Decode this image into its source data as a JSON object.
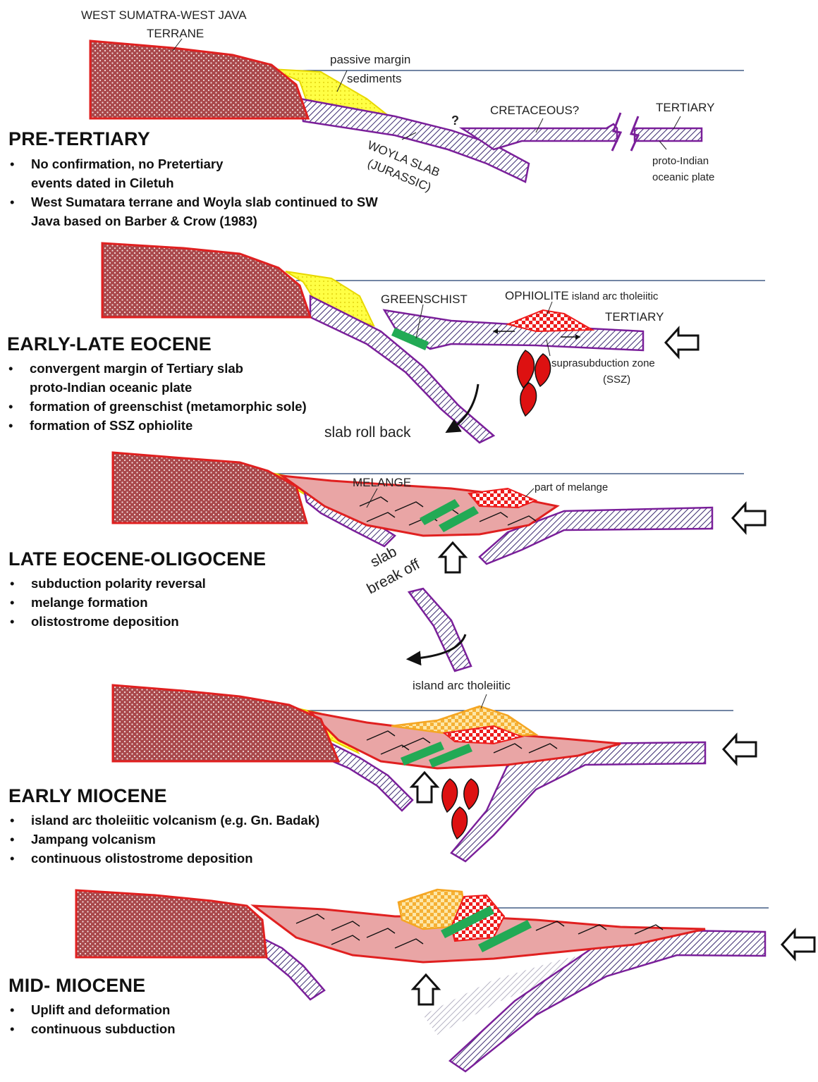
{
  "colors": {
    "terrane_fill": "#a2474a",
    "terrane_outline": "#e02020",
    "passive_margin": "#ffff33",
    "slab_outline": "#7a1f9a",
    "slab_fill": "#d7c6e0",
    "greenschist": "#22aa55",
    "ophiolite": "#ee1c1c",
    "melange_fill": "#e9a5a5",
    "arc_tholeiitic": "#f5a623",
    "sea_level": "#1f3c6e"
  },
  "stages": [
    {
      "title": "PRE-TERTIARY",
      "bullets": [
        "No confirmation, no Pretertiary events dated in Ciletuh",
        "West Sumatara terrane and Woyla slab continued to SW Java based on Barber & Crow (1983)"
      ],
      "labels": {
        "terrane_line1": "WEST SUMATRA-WEST  JAVA",
        "terrane_line2": "TERRANE",
        "passive_line1": "passive margin",
        "passive_line2": "sediments",
        "question": "?",
        "cretaceous": "CRETACEOUS?",
        "tertiary": "TERTIARY",
        "woyla_line1": "WOYLA SLAB",
        "woyla_line2": "(JURASSIC)",
        "plate_line1": "proto-Indian",
        "plate_line2": "oceanic plate"
      }
    },
    {
      "title": "EARLY-LATE EOCENE",
      "bullets": [
        "convergent margin of Tertiary slab proto-Indian oceanic plate",
        "formation of greenschist (metamorphic sole)",
        "formation of SSZ ophiolite"
      ],
      "labels": {
        "greenschist": "GREENSCHIST",
        "ophiolite": "OPHIOLITE",
        "ophiolite_suffix": " island arc tholeiitic",
        "tertiary": "TERTIARY",
        "ssz_line1": "suprasubduction zone",
        "ssz_line2": "(SSZ)",
        "rollback": "slab roll back"
      }
    },
    {
      "title": "LATE EOCENE-OLIGOCENE",
      "bullets": [
        "subduction polarity reversal",
        "melange formation",
        "olistostrome deposition"
      ],
      "labels": {
        "melange": "MELANGE",
        "part_of_melange": "part of melange",
        "breakoff_line1": "slab",
        "breakoff_line2": "break off"
      }
    },
    {
      "title": "EARLY MIOCENE",
      "bullets": [
        "island arc tholeiitic volcanism (e.g. Gn. Badak)",
        "Jampang volcanism",
        "continuous olistostrome deposition"
      ],
      "labels": {
        "arc": "island arc tholeiitic"
      }
    },
    {
      "title": "MID- MIOCENE",
      "bullets": [
        "Uplift and deformation",
        "continuous subduction"
      ],
      "labels": {}
    }
  ]
}
